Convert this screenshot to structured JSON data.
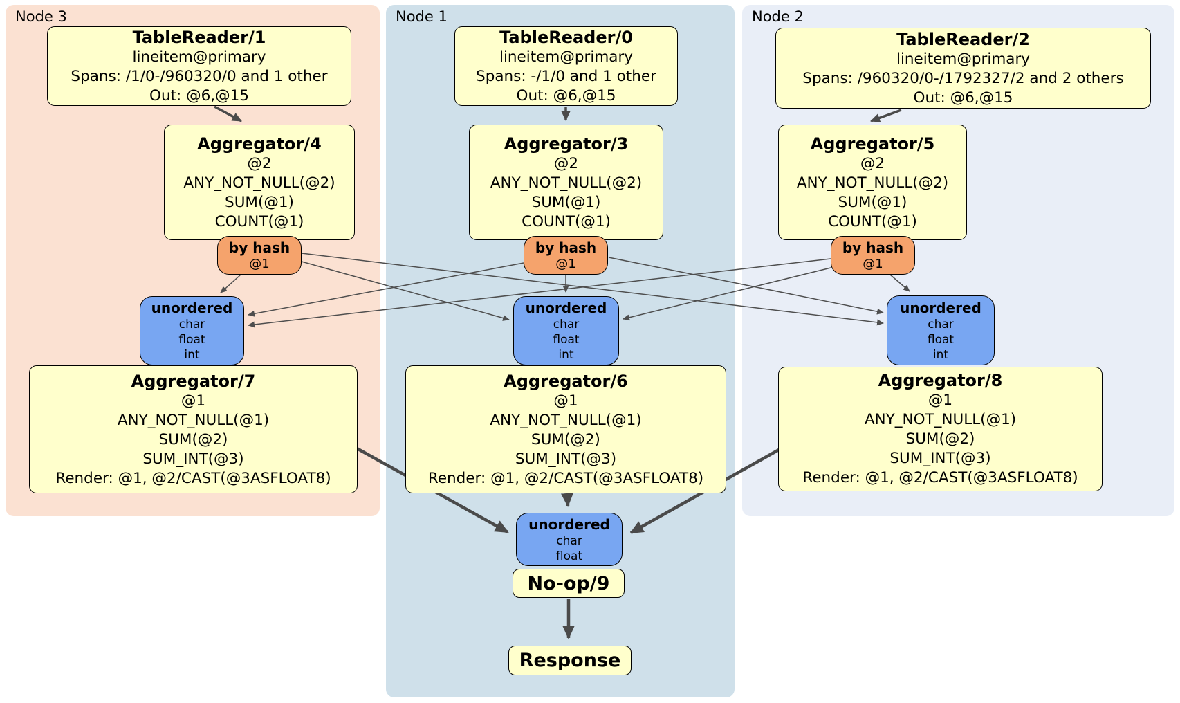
{
  "regions": {
    "node3": {
      "label": "Node 3",
      "color": "#fbe1d2"
    },
    "node1": {
      "label": "Node 1",
      "color": "#cfe0ea"
    },
    "node2": {
      "label": "Node 2",
      "color": "#e9eef7"
    }
  },
  "boxes": {
    "tr1": {
      "title": "TableReader/1",
      "lines": [
        "lineitem@primary",
        "Spans: /1/0-/960320/0 and 1 other",
        "Out: @6,@15"
      ]
    },
    "tr0": {
      "title": "TableReader/0",
      "lines": [
        "lineitem@primary",
        "Spans: -/1/0 and 1 other",
        "Out: @6,@15"
      ]
    },
    "tr2": {
      "title": "TableReader/2",
      "lines": [
        "lineitem@primary",
        "Spans: /960320/0-/1792327/2 and 2 others",
        "Out: @6,@15"
      ]
    },
    "agg4": {
      "title": "Aggregator/4",
      "lines": [
        "@2",
        "ANY_NOT_NULL(@2)",
        "SUM(@1)",
        "COUNT(@1)"
      ]
    },
    "agg3": {
      "title": "Aggregator/3",
      "lines": [
        "@2",
        "ANY_NOT_NULL(@2)",
        "SUM(@1)",
        "COUNT(@1)"
      ]
    },
    "agg5": {
      "title": "Aggregator/5",
      "lines": [
        "@2",
        "ANY_NOT_NULL(@2)",
        "SUM(@1)",
        "COUNT(@1)"
      ]
    },
    "agg7": {
      "title": "Aggregator/7",
      "lines": [
        "@1",
        "ANY_NOT_NULL(@1)",
        "SUM(@2)",
        "SUM_INT(@3)",
        "Render: @1, @2/CAST(@3ASFLOAT8)"
      ]
    },
    "agg6": {
      "title": "Aggregator/6",
      "lines": [
        "@1",
        "ANY_NOT_NULL(@1)",
        "SUM(@2)",
        "SUM_INT(@3)",
        "Render: @1, @2/CAST(@3ASFLOAT8)"
      ]
    },
    "agg8": {
      "title": "Aggregator/8",
      "lines": [
        "@1",
        "ANY_NOT_NULL(@1)",
        "SUM(@2)",
        "SUM_INT(@3)",
        "Render: @1, @2/CAST(@3ASFLOAT8)"
      ]
    },
    "noop": {
      "title": "No-op/9"
    },
    "response": {
      "title": "Response"
    }
  },
  "routers": {
    "byhash3": {
      "title": "by hash",
      "detail": "@1"
    },
    "byhash1": {
      "title": "by hash",
      "detail": "@1"
    },
    "byhash2": {
      "title": "by hash",
      "detail": "@1"
    }
  },
  "syncs": {
    "un3": {
      "title": "unordered",
      "items": [
        "char",
        "float",
        "int"
      ]
    },
    "un1": {
      "title": "unordered",
      "items": [
        "char",
        "float",
        "int"
      ]
    },
    "un2": {
      "title": "unordered",
      "items": [
        "char",
        "float",
        "int"
      ]
    },
    "unfinal": {
      "title": "unordered",
      "items": [
        "char",
        "float"
      ]
    }
  },
  "colors": {
    "processor_fill": "#ffffcc",
    "router_fill": "#f5a36c",
    "sync_fill": "#78a6f2",
    "edge_stroke": "#4e4e4e",
    "border": "#000000"
  }
}
